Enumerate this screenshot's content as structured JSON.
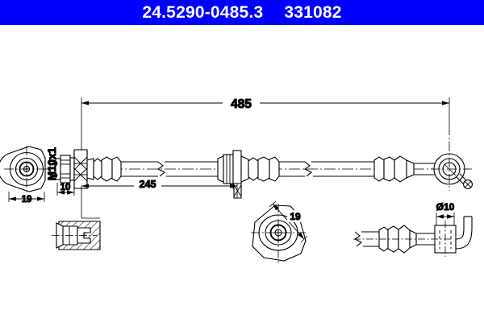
{
  "header": {
    "part_number": "24.5290-0485.3",
    "reference_number": "331082",
    "background_color": "#0000ff",
    "text_color": "#ffffff"
  },
  "drawing": {
    "title": "brake-hose-technical-drawing",
    "line_color": "#000000",
    "background_color": "#ffffff",
    "dimensions": {
      "overall_length": "485",
      "partial_length": "245",
      "hex_width_left": "19",
      "hex_width_detail": "19",
      "fitting_length": "10",
      "thread": "M10x1",
      "bore_diameter": "Ø10"
    },
    "views": {
      "main_label": "main-assembly-view",
      "left_end_label": "left-end-view",
      "rotated_end_label": "rotated-end-view",
      "section_label": "section-detail-view",
      "banjo_side_label": "banjo-side-detail-view"
    }
  }
}
